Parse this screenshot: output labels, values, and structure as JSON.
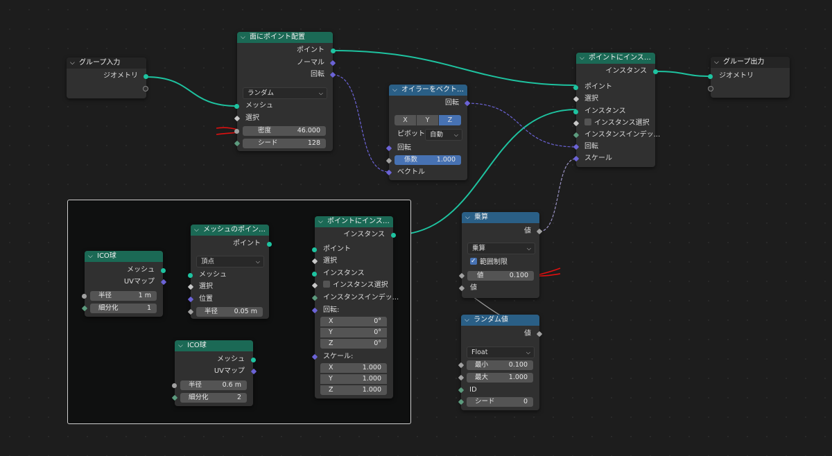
{
  "colors": {
    "geometry": "#1ec3a0",
    "vector": "#6b63d6",
    "float": "#a1a1a1",
    "node_geo": "#1b6955",
    "node_conv": "#2a5f86",
    "active": "#4772b3",
    "annotation": "#e01010"
  },
  "group_input": {
    "title": "グループ入力",
    "geometry": "ジオメトリ"
  },
  "dist": {
    "title": "面にポイント配置",
    "out_points": "ポイント",
    "out_normal": "ノーマル",
    "out_rotation": "回転",
    "mode": "ランダム",
    "in_mesh": "メッシュ",
    "in_selection": "選択",
    "density_label": "密度",
    "density_value": "46.000",
    "seed_label": "シード",
    "seed_value": "128"
  },
  "euler": {
    "title": "オイラーをベクトルに...",
    "out_rotation": "回転",
    "axes": [
      "X",
      "Y",
      "Z"
    ],
    "pivot_label": "ピボット",
    "pivot_value": "自動",
    "in_rotation": "回転",
    "factor_label": "係数",
    "factor_value": "1.000",
    "in_vector": "ベクトル"
  },
  "instance_top": {
    "title": "ポイントにインスタン...",
    "out_instances": "インスタンス",
    "in_points": "ポイント",
    "in_selection": "選択",
    "in_instance": "インスタンス",
    "in_inst_select": "インスタンス選択",
    "in_inst_index": "インスタンスインデッ...",
    "in_rotation": "回転",
    "in_scale": "スケール"
  },
  "group_output": {
    "title": "グループ出力",
    "geometry": "ジオメトリ"
  },
  "ico1": {
    "title": "ICO球",
    "out_mesh": "メッシュ",
    "out_uv": "UVマップ",
    "radius_label": "半径",
    "radius_value": "1 m",
    "subdiv_label": "細分化",
    "subdiv_value": "1"
  },
  "mesh_to_points": {
    "title": "メッシュのポイント化",
    "out_points": "ポイント",
    "mode": "頂点",
    "in_mesh": "メッシュ",
    "in_selection": "選択",
    "in_position": "位置",
    "radius_label": "半径",
    "radius_value": "0.05 m"
  },
  "instance_bottom": {
    "title": "ポイントにインスタン...",
    "out_instances": "インスタンス",
    "in_points": "ポイント",
    "in_selection": "選択",
    "in_instance": "インスタンス",
    "in_inst_select": "インスタンス選択",
    "in_inst_index": "インスタンスインデッ...",
    "rotation_label": "回転:",
    "rot_x": "0°",
    "rot_y": "0°",
    "rot_z": "0°",
    "scale_label": "スケール:",
    "scale_x": "1.000",
    "scale_y": "1.000",
    "scale_z": "1.000",
    "axis_x": "X",
    "axis_y": "Y",
    "axis_z": "Z"
  },
  "ico2": {
    "title": "ICO球",
    "out_mesh": "メッシュ",
    "out_uv": "UVマップ",
    "radius_label": "半径",
    "radius_value": "0.6 m",
    "subdiv_label": "細分化",
    "subdiv_value": "2"
  },
  "multiply": {
    "title": "乗算",
    "out_value": "値",
    "op": "乗算",
    "clamp_label": "範囲制限",
    "value_label": "値",
    "value_value": "0.100",
    "in_value": "値"
  },
  "random": {
    "title": "ランダム値",
    "out_value": "値",
    "type": "Float",
    "min_label": "最小",
    "min_value": "0.100",
    "max_label": "最大",
    "max_value": "1.000",
    "id_label": "ID",
    "seed_label": "シード",
    "seed_value": "0"
  }
}
